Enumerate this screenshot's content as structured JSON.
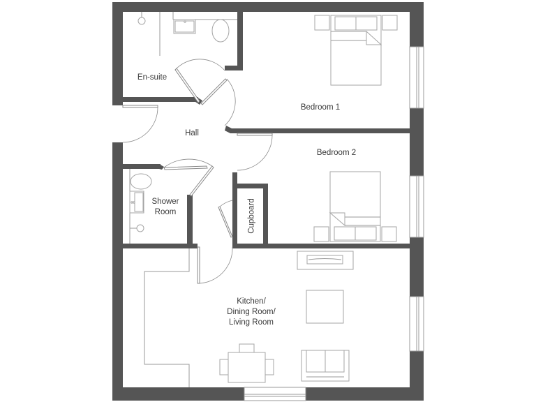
{
  "floorplan": {
    "wall_color": "#555555",
    "line_color": "#9a9a9a",
    "background": "#ffffff",
    "rooms": [
      {
        "id": "en-suite",
        "label": "En-suite"
      },
      {
        "id": "bedroom-1",
        "label": "Bedroom 1"
      },
      {
        "id": "hall",
        "label": "Hall"
      },
      {
        "id": "bedroom-2",
        "label": "Bedroom 2"
      },
      {
        "id": "shower-room",
        "label": "Shower\nRoom"
      },
      {
        "id": "cupboard",
        "label": "Cupboard"
      },
      {
        "id": "kitchen-dining-living",
        "label": "Kitchen/\nDining Room/\nLiving Room"
      }
    ],
    "fixtures": [
      "shower-head-icon",
      "basin-icon",
      "toilet-icon",
      "double-bed-icon",
      "bedside-table-icon",
      "window-icon",
      "door-icon",
      "tv-unit-icon",
      "coffee-table-icon",
      "sofa-icon",
      "dining-table-icon",
      "chair-icon",
      "kitchen-counter-icon"
    ]
  }
}
